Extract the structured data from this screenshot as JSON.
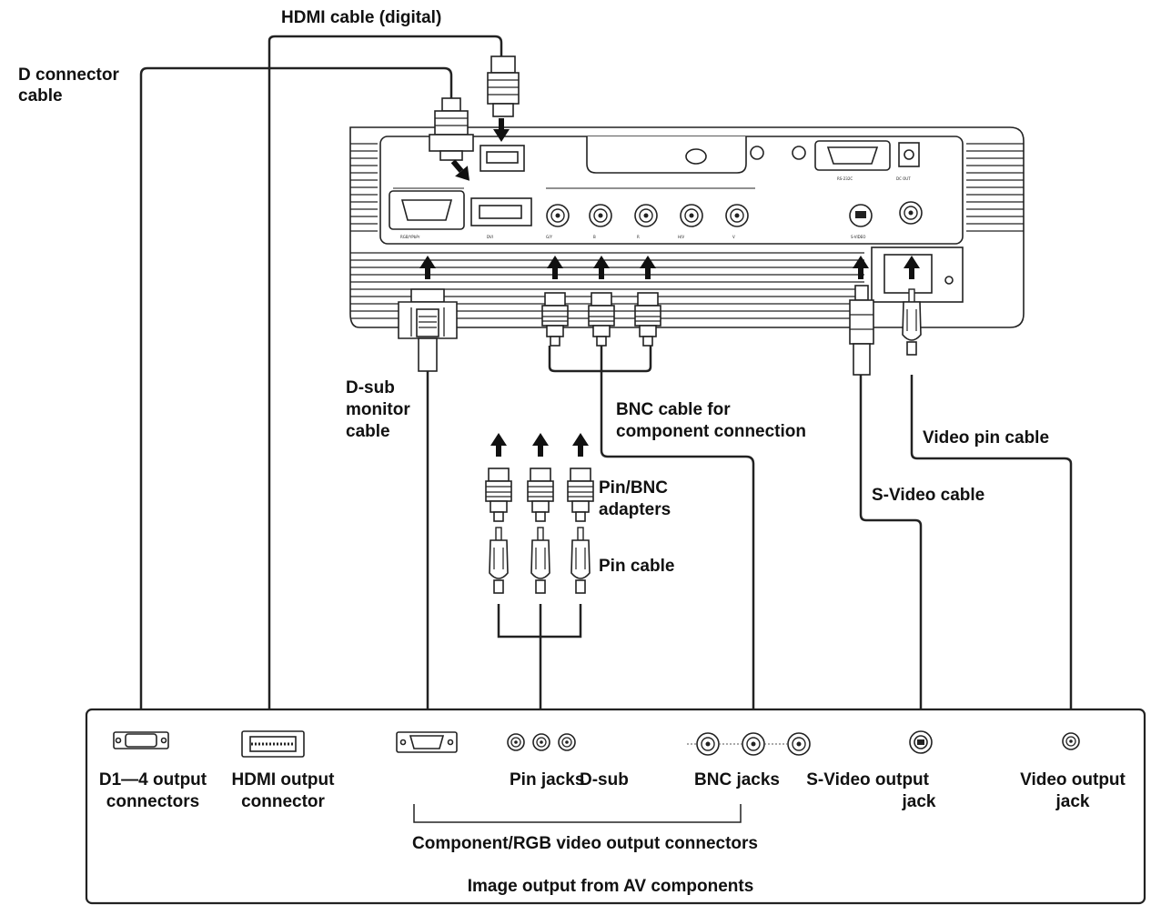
{
  "labels": {
    "hdmi_cable": "HDMI cable (digital)",
    "d_connector_cable_1": "D connector",
    "d_connector_cable_2": "cable",
    "dsub_cable_1": "D-sub",
    "dsub_cable_2": "monitor",
    "dsub_cable_3": "cable",
    "bnc_cable_1": "BNC cable for",
    "bnc_cable_2": "component connection",
    "video_pin_cable": "Video pin cable",
    "svideo_cable": "S-Video cable",
    "pin_bnc_adapters_1": "Pin/BNC",
    "pin_bnc_adapters_2": "adapters",
    "pin_cable": "Pin cable"
  },
  "outputs": {
    "d1_4_1": "D1—4 output",
    "d1_4_2": "connectors",
    "hdmi_1": "HDMI output",
    "hdmi_2": "connector",
    "pin_jacks": "Pin jacks",
    "dsub": "D-sub",
    "bnc_jacks": "BNC jacks",
    "svideo_1": "S-Video output",
    "svideo_2": "jack",
    "video_1": "Video output",
    "video_2": "jack",
    "group_label": "Component/RGB video output connectors",
    "box_title": "Image output from AV components"
  },
  "icons": [
    "arrow-up-icon",
    "hdmi-plug-icon",
    "d-connector-plug-icon",
    "dsub-plug-icon",
    "bnc-plug-icon",
    "rca-plug-icon",
    "svideo-plug-icon",
    "projector-icon"
  ],
  "colors": {
    "line": "#222222",
    "background": "#ffffff"
  }
}
